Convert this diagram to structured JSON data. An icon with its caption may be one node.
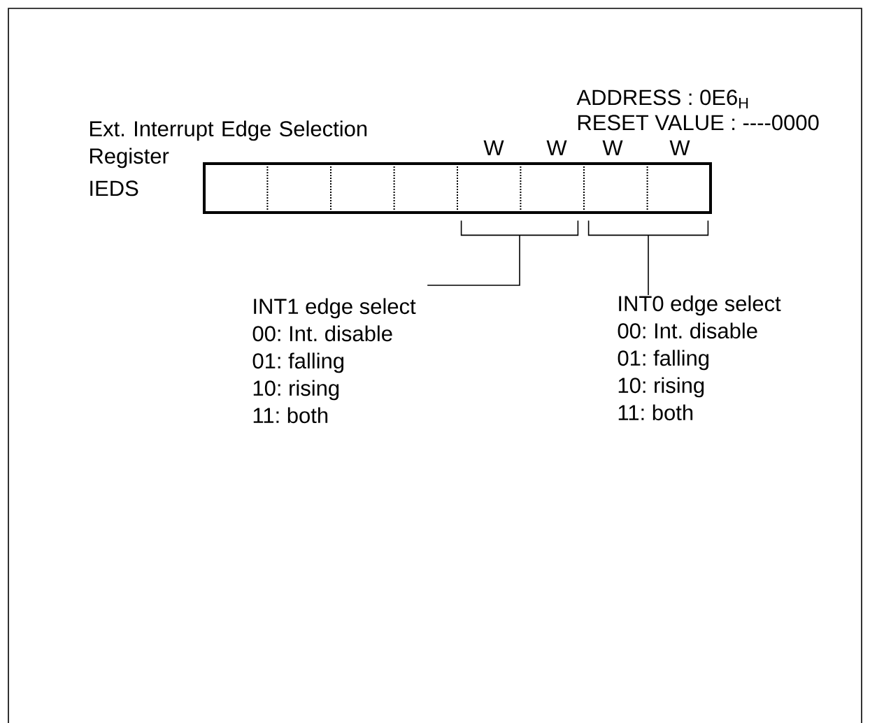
{
  "diagram": {
    "title": "Ext. Interrupt Edge Selection Register",
    "nodes": [
      {
        "text": [],
        "shape": "box"
      },
      {
        "text": [],
        "shape": "bracket"
      },
      {
        "text": [],
        "shape": "bracket"
      },
      {
        "text": [
          "INT1 edge select",
          "00: Int. disable",
          "01: falling",
          "10: rising",
          "11: both"
        ]
      },
      {
        "text": [
          "INT0 edge select",
          "00: Int. disable",
          "01: falling",
          "10: rising",
          "11: both"
        ]
      }
    ],
    "edges": [
      {
        "from": 3,
        "to": 1,
        "arrow": "none"
      },
      {
        "from": 4,
        "to": 2,
        "arrow": "none"
      }
    ],
    "labels": [
      "ADDRESS : 0E6$_{H}$",
      "RESET VALUE : ----0000",
      "W",
      "W",
      "W",
      "W",
      "IEDS"
    ]
  }
}
